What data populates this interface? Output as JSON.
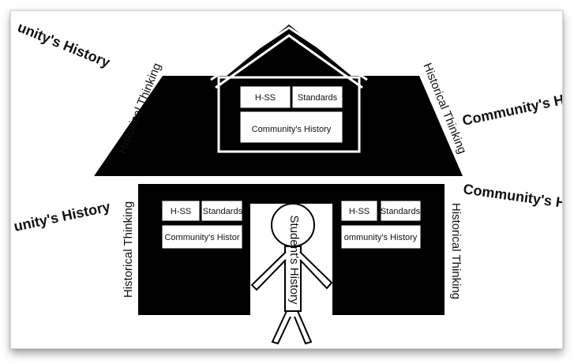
{
  "labels": {
    "community_history": "Community's History",
    "historical_thinking": "Historical Thinking",
    "hss": "H-SS",
    "standards": "Standards",
    "students_history": "Student's History"
  },
  "fragments": {
    "top_left_community": "unity's History",
    "right_upper_community": "Community's H",
    "right_lower_community": "Community's H",
    "left_lower_community": "unity's History",
    "attic_community": "Community's History",
    "left_window_community": "Community's Histor",
    "right_window_community": "ommunity's History",
    "right_window_standards": "Standards"
  }
}
